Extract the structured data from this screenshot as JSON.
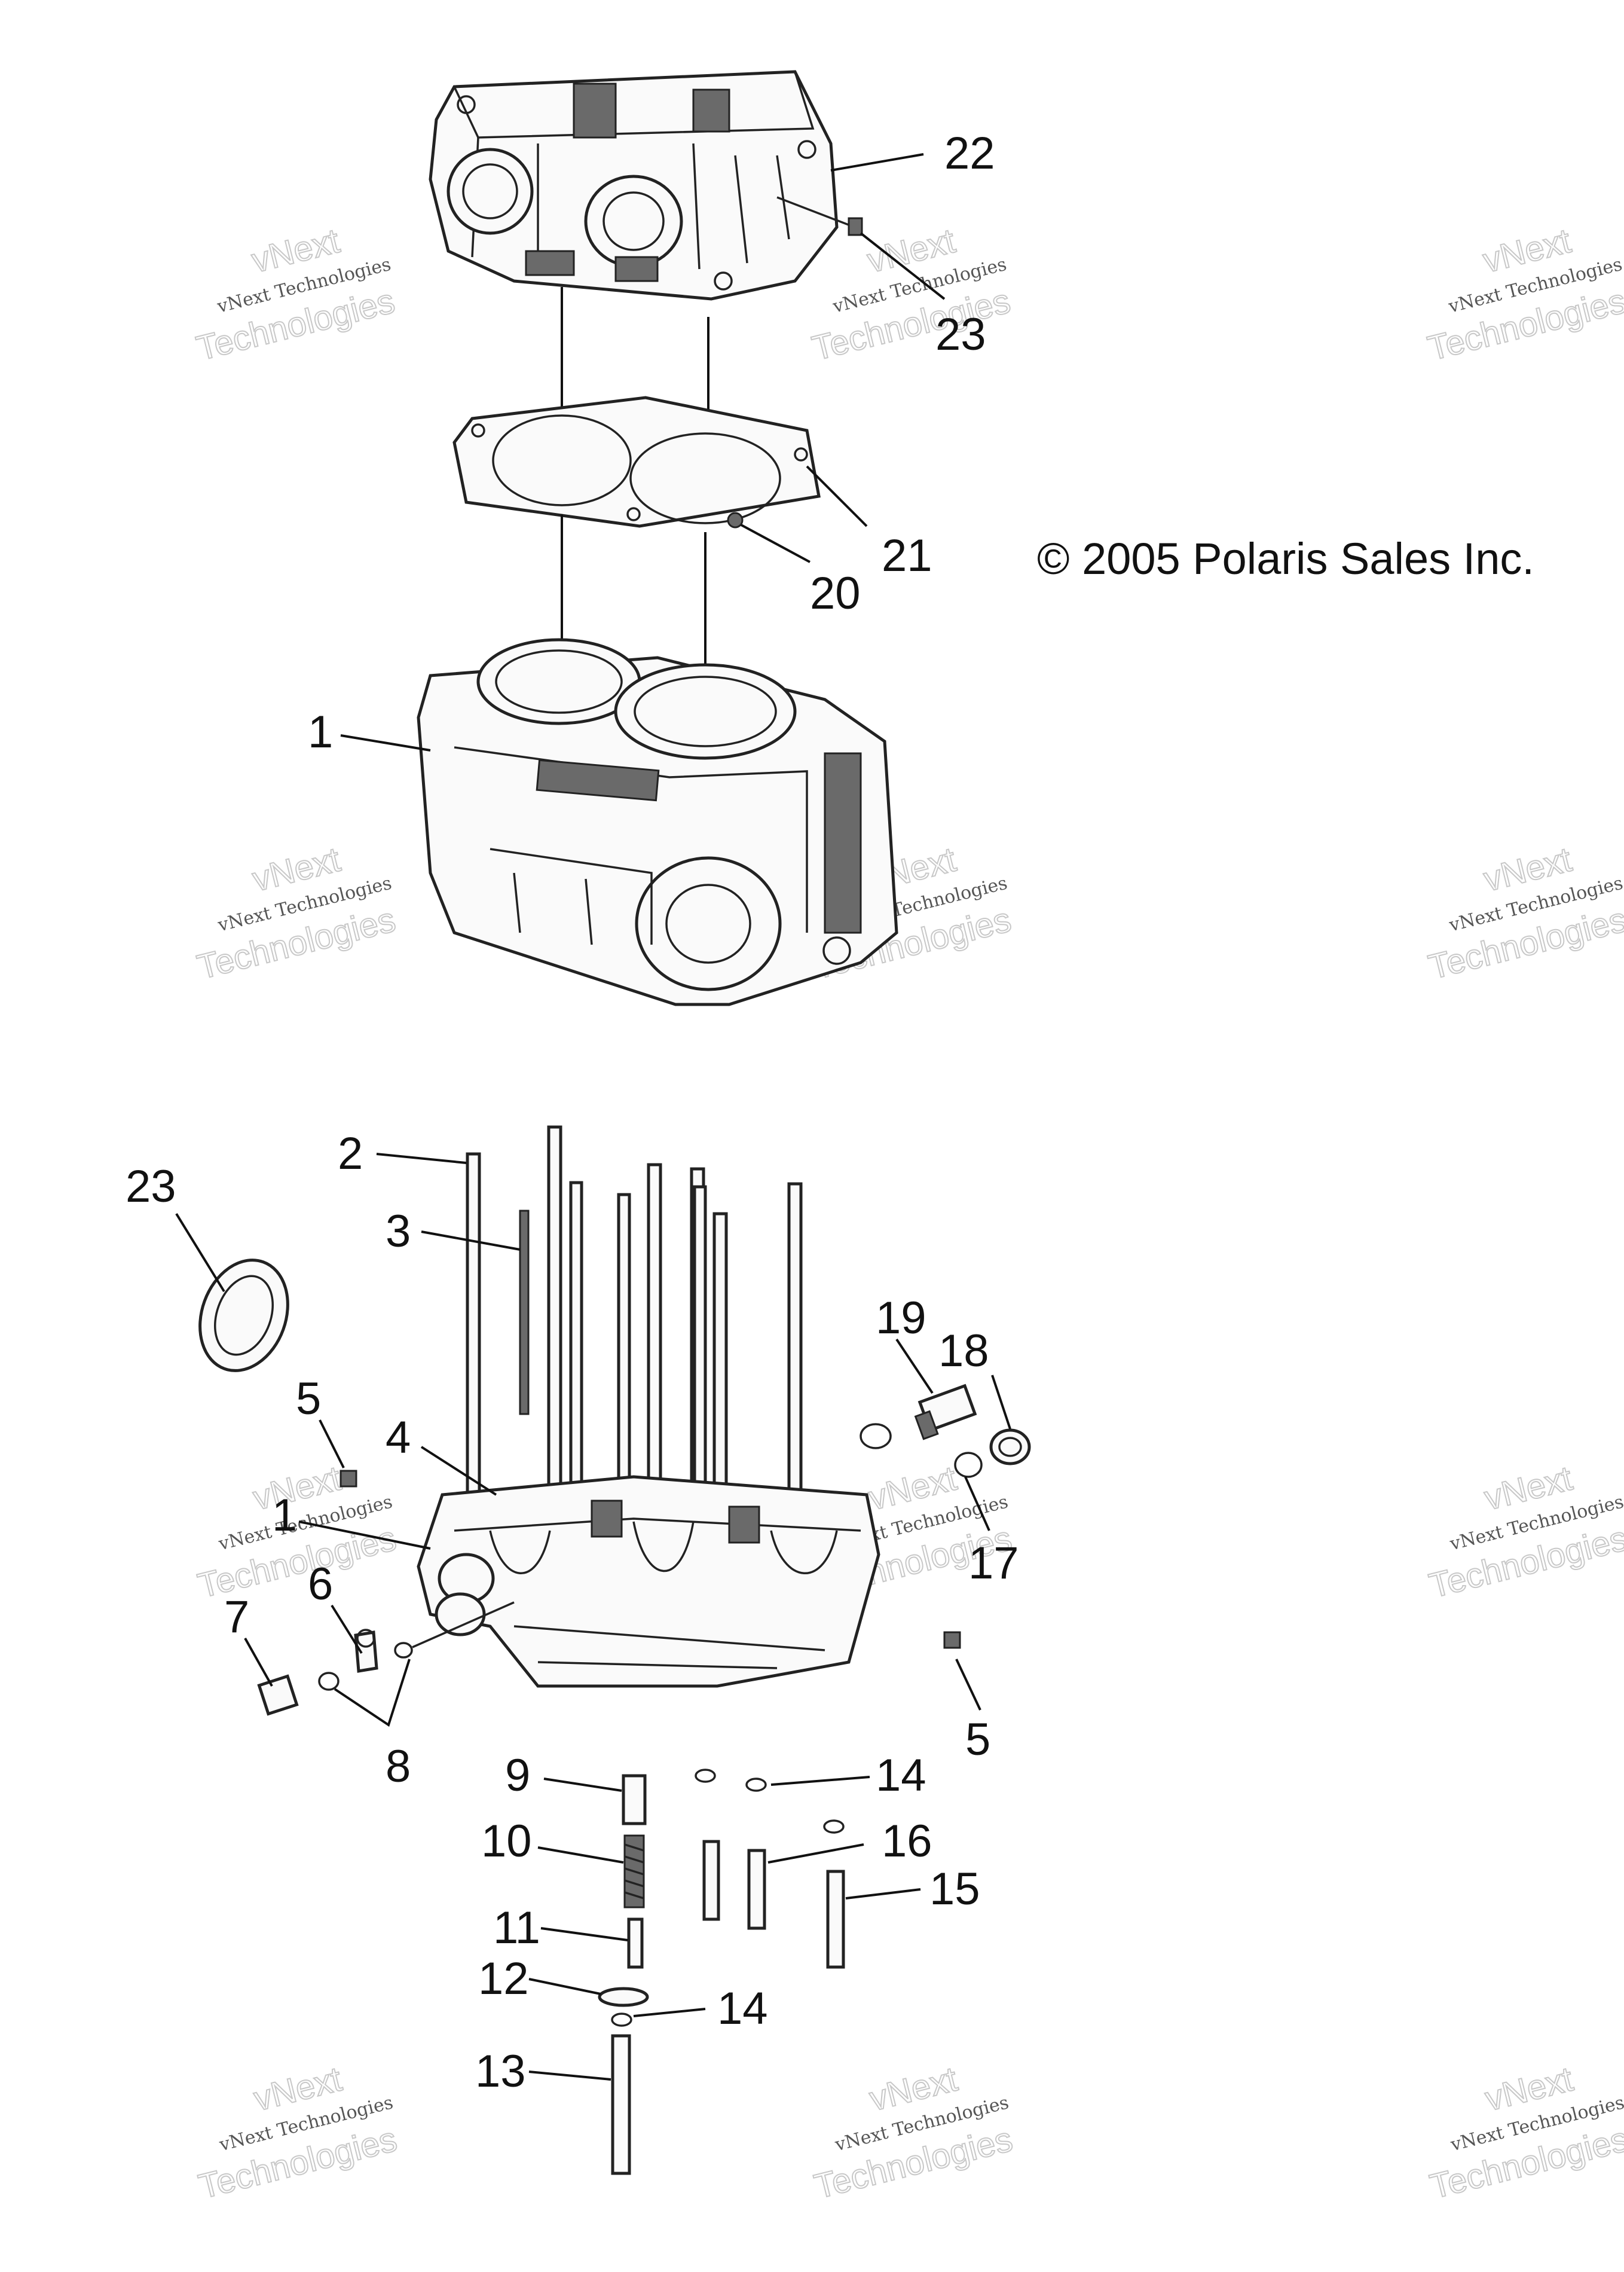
{
  "copyright": "© 2005 Polaris Sales Inc.",
  "watermark": {
    "line1": "vNext",
    "line2": "vNext Technologies",
    "line3": "Technologies"
  },
  "callouts": {
    "c22": "22",
    "c23a": "23",
    "c21": "21",
    "c20": "20",
    "c1a": "1",
    "c2": "2",
    "c3": "3",
    "c23b": "23",
    "c19": "19",
    "c18": "18",
    "c5a": "5",
    "c4": "4",
    "c1b": "1",
    "c17": "17",
    "c6": "6",
    "c7": "7",
    "c8": "8",
    "c5b": "5",
    "c9": "9",
    "c14a": "14",
    "c10": "10",
    "c16": "16",
    "c15": "15",
    "c11": "11",
    "c12": "12",
    "c14b": "14",
    "c13": "13"
  },
  "colors": {
    "line": "#111111",
    "shading": "#6a6a6a",
    "watermark": "#c8c8c8"
  }
}
